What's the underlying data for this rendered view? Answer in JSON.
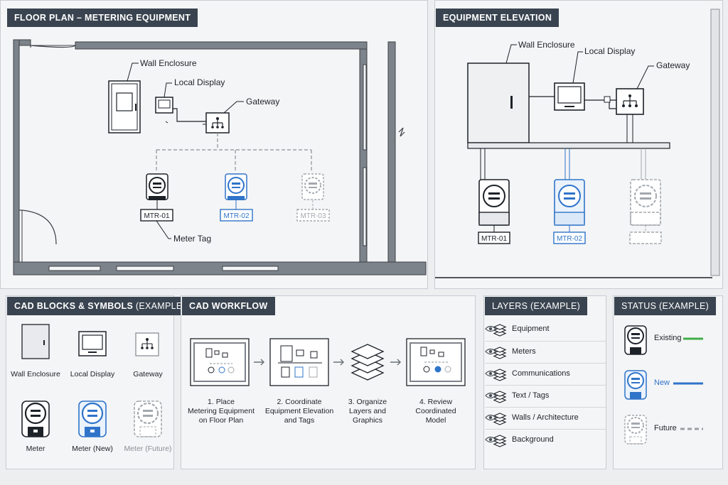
{
  "floor_plan": {
    "title": "FLOOR PLAN – METERING EQUIPMENT",
    "labels": {
      "wall_enclosure": "Wall Enclosure",
      "local_display": "Local Display",
      "gateway": "Gateway",
      "meter_tag": "Meter Tag"
    },
    "meters": [
      {
        "tag": "MTR-01",
        "status": "existing"
      },
      {
        "tag": "MTR-02",
        "status": "new"
      },
      {
        "tag": "MTR-03",
        "status": "future"
      }
    ]
  },
  "elevation": {
    "title": "EQUIPMENT ELEVATION",
    "labels": {
      "wall_enclosure": "Wall Enclosure",
      "local_display": "Local Display",
      "gateway": "Gateway"
    },
    "meters": [
      {
        "tag": "MTR-01",
        "status": "existing"
      },
      {
        "tag": "MTR-02",
        "status": "new"
      },
      {
        "tag": "",
        "status": "future"
      }
    ]
  },
  "cad_blocks": {
    "title_bold": "CAD BLOCKS & SYMBOLS",
    "title_rest": " (EXAMPLES)",
    "items": [
      {
        "label": "Wall Enclosure",
        "icon": "wall-enclosure-icon"
      },
      {
        "label": "Local Display",
        "icon": "local-display-icon"
      },
      {
        "label": "Gateway",
        "icon": "gateway-icon"
      },
      {
        "label": "Meter",
        "icon": "meter-icon"
      },
      {
        "label": "Meter (New)",
        "icon": "meter-new-icon"
      },
      {
        "label": "Meter (Future)",
        "icon": "meter-future-icon"
      }
    ]
  },
  "workflow": {
    "title": "CAD WORKFLOW",
    "steps": [
      {
        "line1": "1. Place",
        "line2": "Metering Equipment",
        "line3": "on Floor Plan"
      },
      {
        "line1": "2. Coordinate",
        "line2": "Equipment Elevation",
        "line3": "and Tags"
      },
      {
        "line1": "3. Organize",
        "line2": "Layers and",
        "line3": "Graphics"
      },
      {
        "line1": "4. Review",
        "line2": "Coordinated",
        "line3": "Model"
      }
    ]
  },
  "layers": {
    "title_bold": "LAYERS",
    "title_rest": " (EXAMPLE)",
    "items": [
      {
        "label": "Equipment",
        "icon": "layers-icon",
        "visible": true
      },
      {
        "label": "Meters",
        "icon": "layers-icon",
        "visible": true
      },
      {
        "label": "Communications",
        "icon": "layers-icon",
        "visible": true
      },
      {
        "label": "Text / Tags",
        "icon": "layers-icon",
        "visible": true
      },
      {
        "label": "Walls / Architecture",
        "icon": "layers-icon",
        "visible": true
      },
      {
        "label": "Background",
        "icon": "layers-icon",
        "visible": true
      }
    ]
  },
  "status": {
    "title_bold": "STATUS",
    "title_rest": " (EXAMPLE)",
    "items": [
      {
        "label": "Existing",
        "color": "#3fae49",
        "line": "solid"
      },
      {
        "label": "New",
        "color": "#2f74c9",
        "line": "solid"
      },
      {
        "label": "Future",
        "color": "#9aa0a6",
        "line": "dashed"
      }
    ]
  },
  "colors": {
    "existing": "#1d2228",
    "new": "#2f74c9",
    "future": "#a3a8ae",
    "header_bg": "#3a4450",
    "wall": "#7d838a"
  }
}
